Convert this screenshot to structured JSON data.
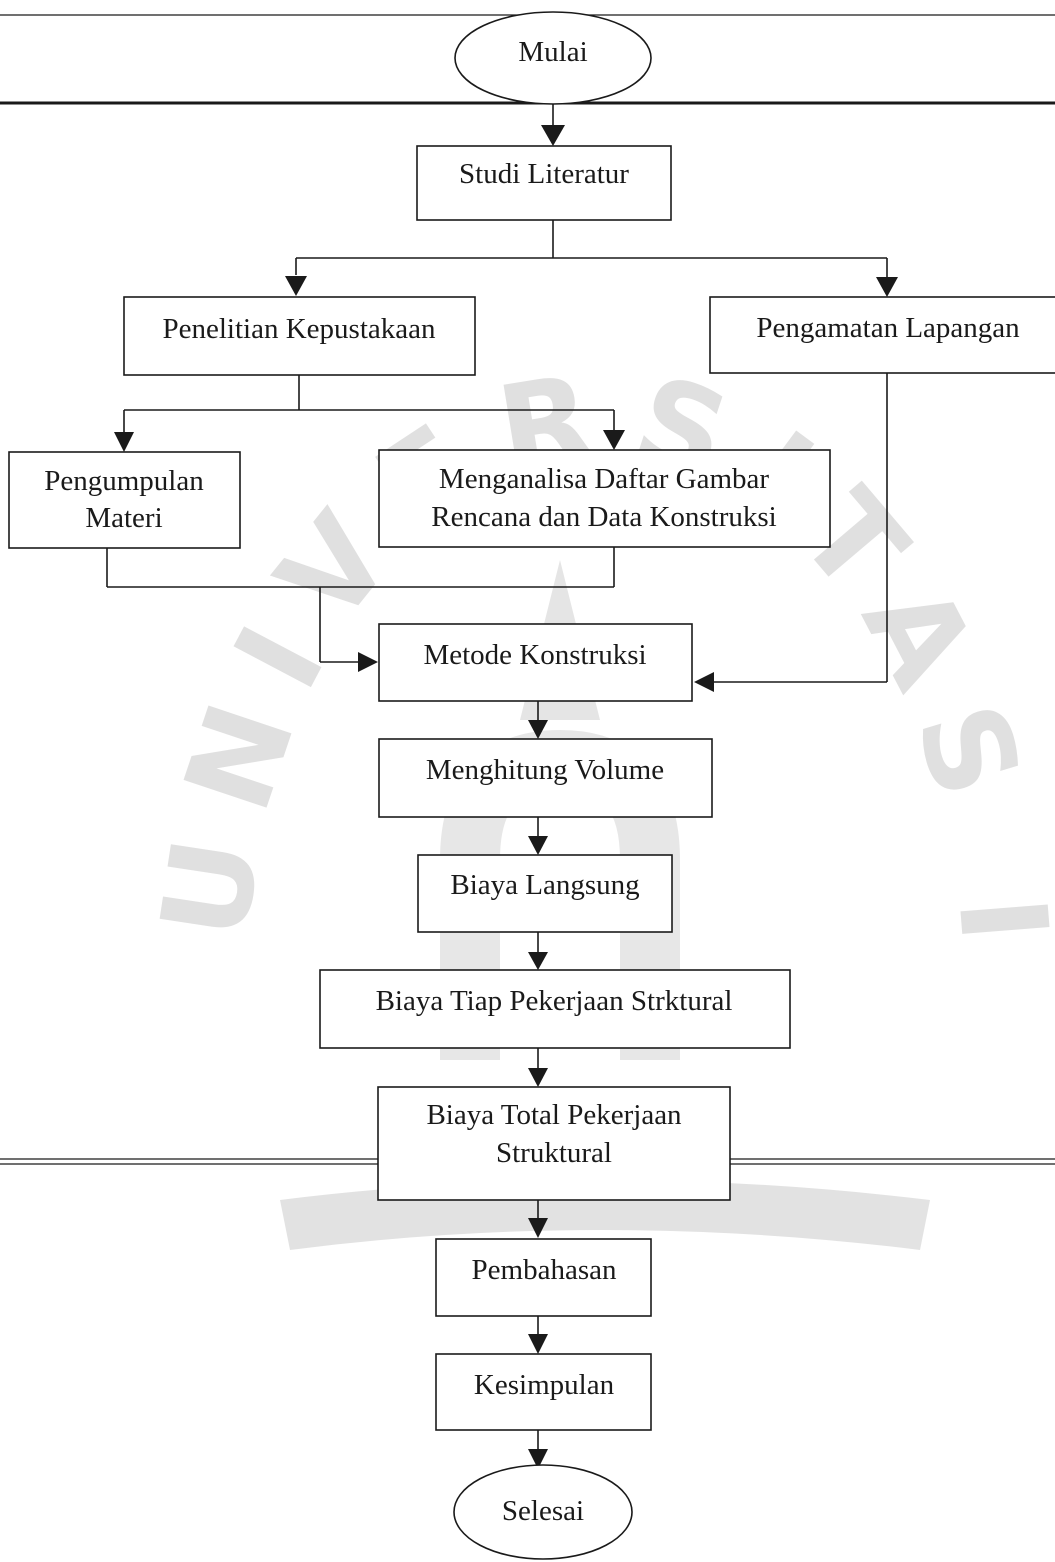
{
  "diagram": {
    "start": "Mulai",
    "studi_literatur": "Studi Literatur",
    "penelitian_kepustakaan": "Penelitian Kepustakaan",
    "pengamatan_lapangan": "Pengamatan Lapangan",
    "pengumpulan_materi": {
      "line1": "Pengumpulan",
      "line2": "Materi"
    },
    "menganalisa": {
      "line1": "Menganalisa Daftar Gambar",
      "line2": "Rencana dan Data Konstruksi"
    },
    "metode_konstruksi": "Metode Konstruksi",
    "menghitung_volume": "Menghitung Volume",
    "biaya_langsung": "Biaya Langsung",
    "biaya_tiap": "Biaya Tiap Pekerjaan Strktural",
    "biaya_total": {
      "line1": "Biaya Total Pekerjaan",
      "line2": "Struktural"
    },
    "pembahasan": "Pembahasan",
    "kesimpulan": "Kesimpulan",
    "end": "Selesai"
  },
  "watermark": {
    "ring_text": "UNIVERSITAS ISLAM INDONESIA",
    "colors": {
      "watermark": "#c8c8c8"
    }
  }
}
